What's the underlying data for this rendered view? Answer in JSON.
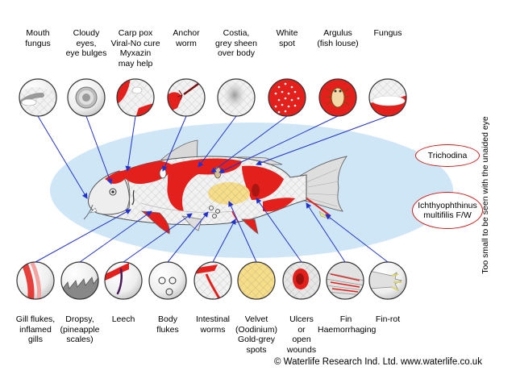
{
  "top_labels": [
    "Mouth\nfungus",
    "Cloudy\neyes,\neye bulges",
    "Carp pox\nViral-No cure\nMyxazin\nmay help",
    "Anchor\nworm",
    "Costia,\ngrey sheen\nover body",
    "White\nspot",
    "Argulus\n(fish louse)",
    "Fungus"
  ],
  "bottom_labels": [
    "Gill flukes,\ninflamed\ngills",
    "Dropsy,\n(pineapple\nscales)",
    "Leech",
    "Body\nflukes",
    "Intestinal\nworms",
    "Velvet\n(Oodinium)\nGold-grey\nspots",
    "Ulcers\nor\nopen\nwounds",
    "Fin\nHaemorrhaging",
    "Fin-rot"
  ],
  "side_items": [
    "Trichodina",
    "Ichthyophthinus\nmultifilis F/W"
  ],
  "side_note": "Too small to be seen with the unaided eye",
  "copyright": "© Waterlife Research Ind. Ltd. www.waterlife.co.uk",
  "top_icons": [
    "mouth-fungus-icon",
    "cloudy-eye-icon",
    "carp-pox-icon",
    "anchor-worm-icon",
    "costia-icon",
    "white-spot-icon",
    "argulus-icon",
    "fungus-icon"
  ],
  "bottom_icons": [
    "gill-flukes-icon",
    "dropsy-icon",
    "leech-icon",
    "body-flukes-icon",
    "intestinal-worms-icon",
    "velvet-icon",
    "ulcer-icon",
    "fin-haemorrhage-icon",
    "fin-rot-icon"
  ],
  "colors": {
    "koi_red": "#e3201b",
    "water": "#cfe6f7",
    "arrow": "#2233cc",
    "pill_border": "#d21a1a",
    "velvet": "#f6dd8a"
  }
}
